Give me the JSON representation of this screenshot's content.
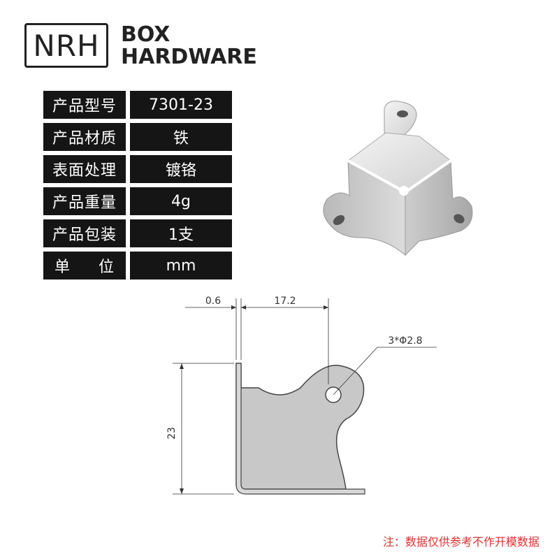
{
  "brand": {
    "logo": "NRH",
    "line1": "BOX",
    "line2": "HARDWARE"
  },
  "specs": [
    {
      "label": "产品型号",
      "value": "7301-23"
    },
    {
      "label": "产品材质",
      "value": "铁"
    },
    {
      "label": "表面处理",
      "value": "镀铬"
    },
    {
      "label": "产品重量",
      "value": "4g"
    },
    {
      "label": "产品包装",
      "value": "1支"
    },
    {
      "label_a": "单",
      "label_b": "位",
      "value": "mm"
    }
  ],
  "dimensions": {
    "thickness": "0.6",
    "width": "17.2",
    "height": "23",
    "hole": "3*Φ2.8"
  },
  "note": "注：数据仅供参考不作开模数据",
  "colors": {
    "table_bg": "#151515",
    "note": "#e0302f",
    "part_fill": "#c8c8c8"
  }
}
